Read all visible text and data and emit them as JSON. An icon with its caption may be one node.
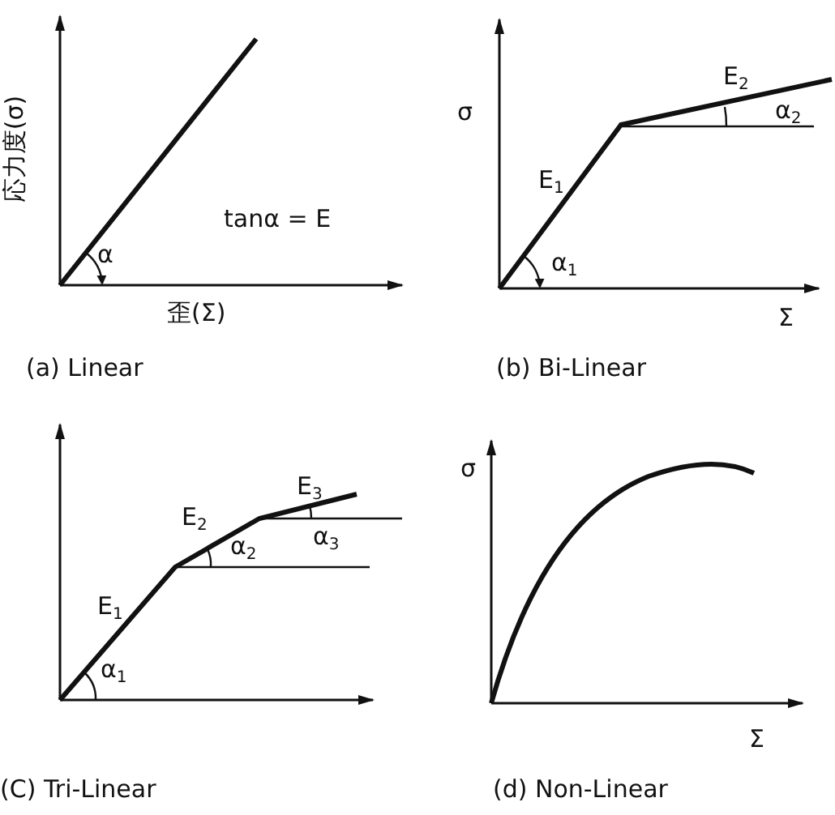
{
  "diagram": {
    "labels": [
      "応力度(σ)",
      "α",
      "tanα = E",
      "歪(Σ)",
      "(a) Linear",
      "σ",
      "E$_{2}$",
      "α$_{2}$",
      "E$_{1}$",
      "α$_{1}$",
      "Σ",
      "(b) Bi-Linear",
      "E$_{3}$",
      "E$_{2}$",
      "α$_{3}$",
      "α$_{2}$",
      "E$_{1}$",
      "α$_{1}$",
      "(C) Tri-Linear",
      "σ",
      "Σ",
      "(d) Non-Linear"
    ]
  }
}
